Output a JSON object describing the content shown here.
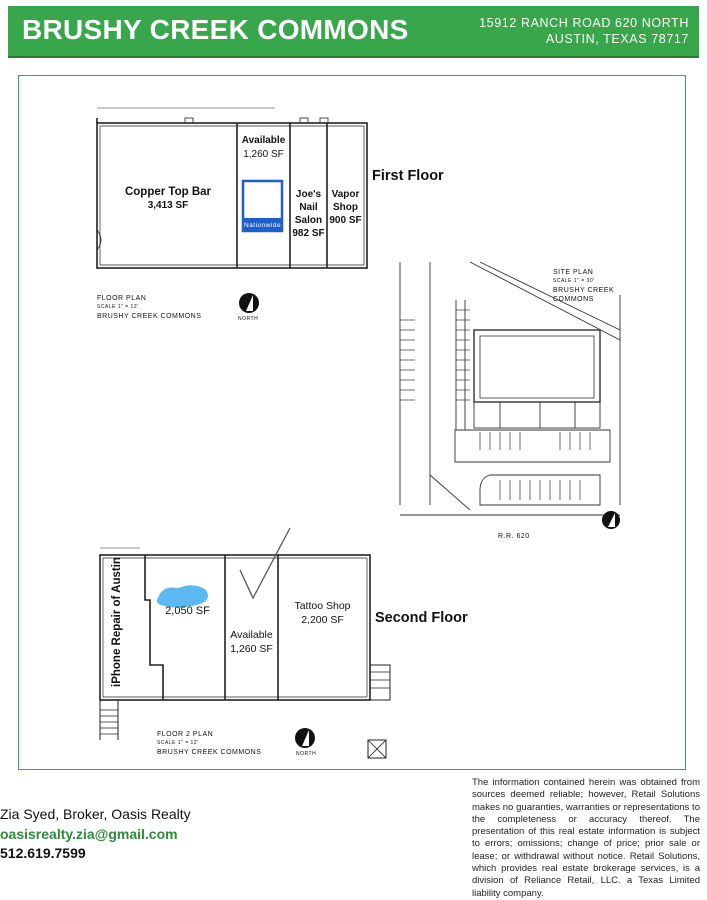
{
  "header": {
    "title": "BRUSHY CREEK COMMONS",
    "address_line1": "15912 RANCH ROAD 620 NORTH",
    "address_line2": "AUSTIN, TEXAS 78717",
    "color": "#38a64a"
  },
  "first_floor": {
    "label": "First Floor",
    "units": [
      {
        "name": "Copper Top Bar",
        "size": "3,413 SF"
      },
      {
        "name": "Available",
        "size": "1,260 SF"
      },
      {
        "name": "Joe's Nail Salon",
        "size": "982 SF"
      },
      {
        "name": "Vapor Shop",
        "size": "900 SF"
      }
    ],
    "inner_tenant": "Nationwide",
    "plan_caption": [
      "FLOOR PLAN",
      "SCALE 1\" = 12'",
      "BRUSHY CREEK COMMONS"
    ],
    "north": "NORTH"
  },
  "site_plan": {
    "caption": [
      "SITE PLAN",
      "SCALE 1\" = 30'",
      "BRUSHY CREEK",
      "COMMONS"
    ],
    "road": "R.R. 620"
  },
  "second_floor": {
    "label": "Second Floor",
    "units": [
      {
        "name": "iPhone Repair of Austin",
        "size": ""
      },
      {
        "name": "",
        "size": "2,050 SF"
      },
      {
        "name": "Available",
        "size": "1,260 SF"
      },
      {
        "name": "Tattoo Shop",
        "size": "2,200 SF"
      }
    ],
    "plan_caption": [
      "FLOOR 2 PLAN",
      "SCALE 1\" = 12'",
      "BRUSHY CREEK COMMONS"
    ],
    "north": "NORTH"
  },
  "contact": {
    "name": "Zia Syed, Broker, Oasis Realty",
    "email": "oasisrealty.zia@gmail.com",
    "phone": "512.619.7599",
    "email_color": "#2e8b3a"
  },
  "disclaimer": "The information contained herein was obtained from sources deemed reliable; however, Retail Solutions makes no guaranties, warranties or representations to the completeness or accuracy thereof. The presentation of this real estate information is subject to errors; omissions; change of price; prior sale or lease; or withdrawal without notice. Retail Solutions, which provides real estate brokerage services, is a division of Reliance Retail, LLC. a Texas Limited liability company."
}
